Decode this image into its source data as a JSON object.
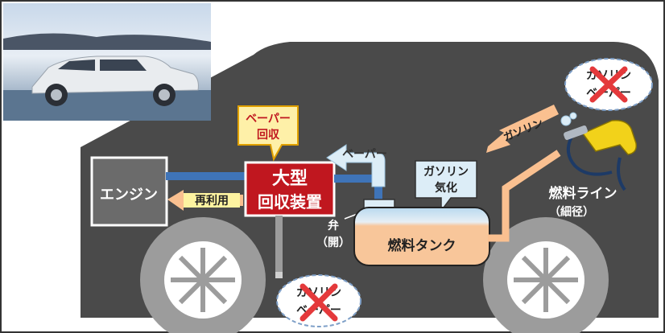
{
  "labels": {
    "engine": "エンジン",
    "recover_top": "大型",
    "recover_bottom": "回収装置",
    "reuse": "再利用",
    "vapor_recover_1": "ベーパー",
    "vapor_recover_2": "回収",
    "vapor_arrow": "ベーパー",
    "gas_vaporize_1": "ガソリン",
    "gas_vaporize_2": "気化",
    "gas_arrow": "ガソリン",
    "fuel_line_1": "燃料ライン",
    "fuel_line_2": "（細径）",
    "valve_1": "弁",
    "valve_2": "（開）",
    "fuel_tank": "燃料タンク",
    "emission_top_1": "ガソリン",
    "emission_top_2": "ベーパー",
    "emission_bottom_1": "ガソリン",
    "emission_bottom_2": "ベーパー"
  },
  "colors": {
    "car_body": "#4a4a4a",
    "engine": "#6b6b6b",
    "recover_box": "#c0171f",
    "callout_yellow": "#fef0a8",
    "callout_blue": "#dcedf7",
    "arrow_orange": "#fac090",
    "pipe_blue": "#3f74b8",
    "tank_fill": "#f8c69a",
    "tank_top": "#b9d9ef",
    "cross_red": "#e4393b"
  }
}
